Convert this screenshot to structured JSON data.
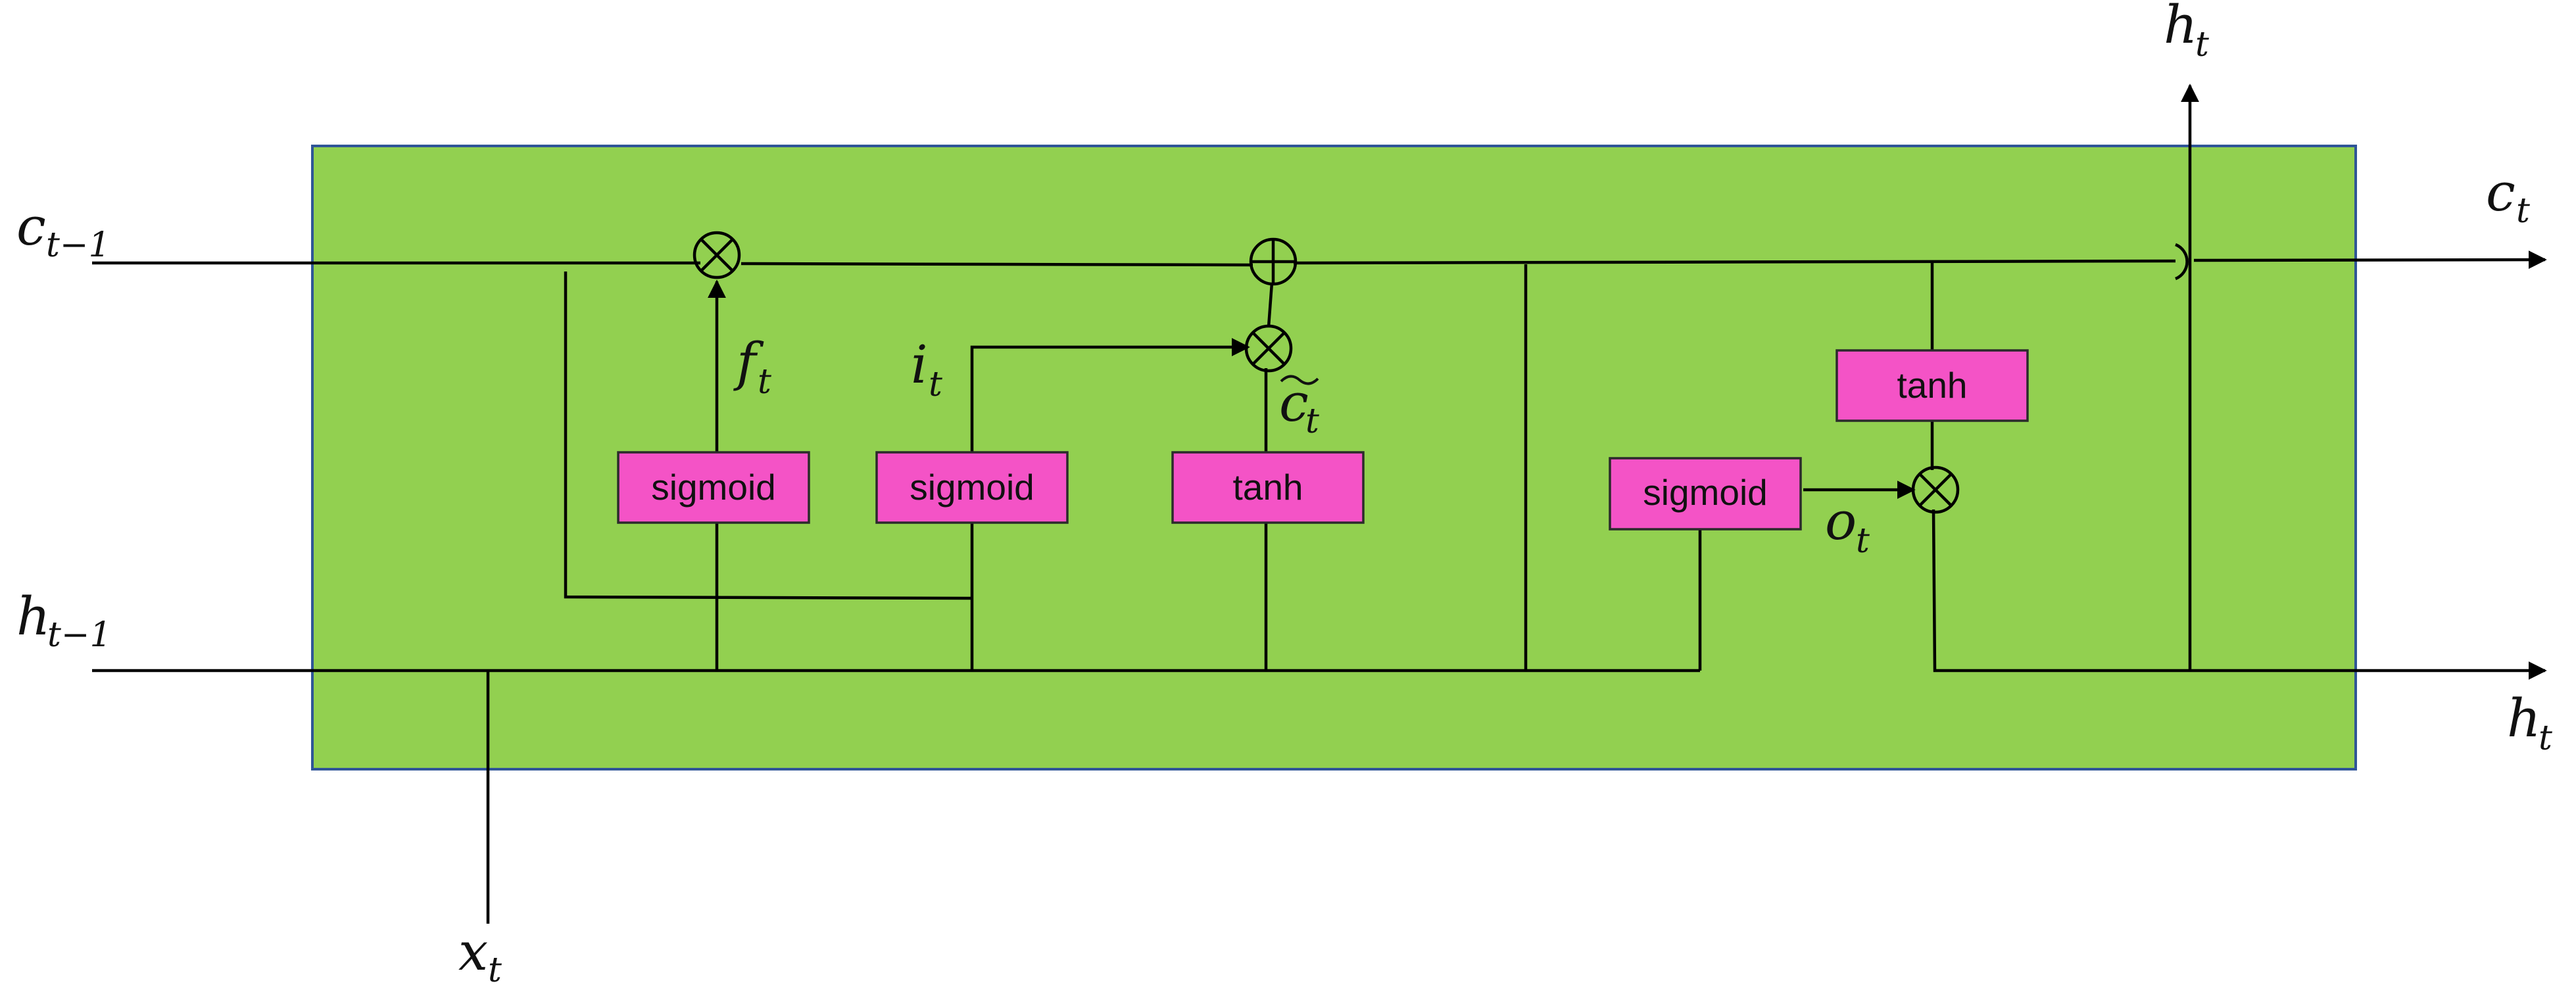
{
  "cell": {
    "background_color": "#92d050",
    "border_color": "#2f5597",
    "gate_color": "#f453c6"
  },
  "gates": {
    "forget": {
      "label": "sigmoid"
    },
    "input": {
      "label": "sigmoid"
    },
    "candidate": {
      "label": "tanh"
    },
    "output": {
      "label": "sigmoid"
    },
    "cell_output": {
      "label": "tanh"
    }
  },
  "labels": {
    "c_prev": {
      "base": "c",
      "sub": "t−1"
    },
    "h_prev": {
      "base": "h",
      "sub": "t−1"
    },
    "x_t": {
      "base": "x",
      "sub": "t"
    },
    "c_t": {
      "base": "c",
      "sub": "t"
    },
    "h_t_top": {
      "base": "h",
      "sub": "t"
    },
    "h_t_right": {
      "base": "h",
      "sub": "t"
    },
    "f_t": {
      "base": "f",
      "sub": "t"
    },
    "i_t": {
      "base": "i",
      "sub": "t"
    },
    "c_tilde": {
      "base": "c",
      "sub": "t"
    },
    "o_t": {
      "base": "o",
      "sub": "t"
    }
  },
  "operators": {
    "forget_multiply": "multiply-circle",
    "cell_add": "add-circle",
    "input_multiply": "multiply-circle",
    "output_multiply": "multiply-circle"
  }
}
